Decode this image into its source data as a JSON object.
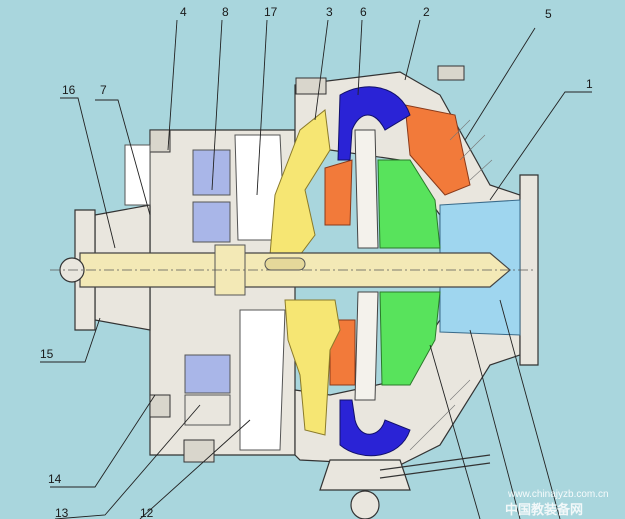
{
  "labels": {
    "l1": "1",
    "l2": "2",
    "l3": "3",
    "l4": "4",
    "l5": "5",
    "l6": "6",
    "l7": "7",
    "l8": "8",
    "l14": "14",
    "l15": "15",
    "l16": "16",
    "l17": "17",
    "l12": "12",
    "l13": "13"
  },
  "watermark": {
    "url": "www.chinajyzb.com.cn",
    "cn": "中国教装备网"
  },
  "colors": {
    "background": "#a9d6dd",
    "yellow": "#f6e673",
    "blue": "#2a23d6",
    "orange": "#f27a3a",
    "green": "#58e35c",
    "lightblue": "#9fd6ef",
    "shaft": "#f3e9b6",
    "housing": "#e9e6de",
    "lavender": "#a9b6e8"
  }
}
